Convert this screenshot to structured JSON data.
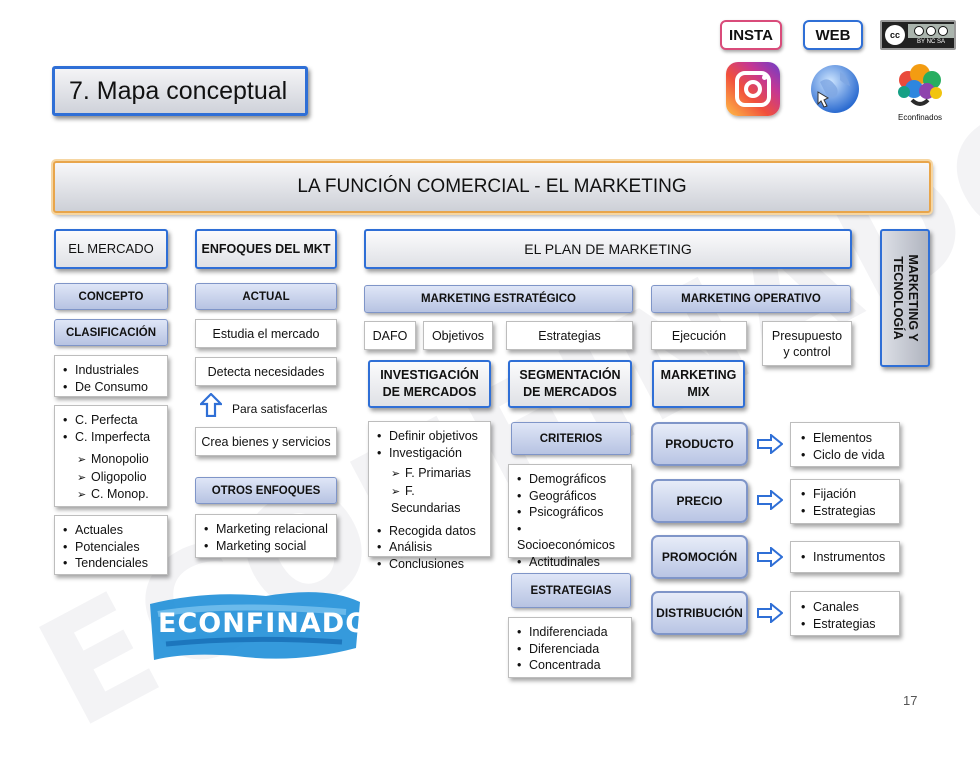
{
  "slide_title": "7. Mapa conceptual",
  "top_links": {
    "insta": "INSTA",
    "web": "WEB",
    "cc_badge": "BY NC SA",
    "brand": "Econfinados"
  },
  "main_title": "LA FUNCIÓN COMERCIAL  -  EL MARKETING",
  "mercado": {
    "header": "EL MERCADO",
    "concepto": "CONCEPTO",
    "clasificacion": "CLASIFICACIÓN",
    "list1": [
      "Industriales",
      "De Consumo"
    ],
    "list2": [
      "C. Perfecta",
      "C. Imperfecta"
    ],
    "list2_sub": [
      "Monopolio",
      "Oligopolio",
      "C. Monop."
    ],
    "list3": [
      "Actuales",
      "Potenciales",
      "Tendenciales"
    ]
  },
  "enfoques": {
    "header": "ENFOQUES DEL MKT",
    "actual": "ACTUAL",
    "items": [
      "Estudia el mercado",
      "Detecta necesidades",
      "Crea bienes y servicios"
    ],
    "arrow_label": "Para satisfacerlas",
    "otros": "OTROS ENFOQUES",
    "otros_list": [
      "Marketing relacional",
      "Marketing social"
    ]
  },
  "plan": {
    "header": "EL PLAN DE MARKETING",
    "estrategico": "MARKETING ESTRATÉGICO",
    "operativo": "MARKETING OPERATIVO",
    "dafo": "DAFO",
    "objetivos": "Objetivos",
    "estrategias": "Estrategias",
    "ejecucion": "Ejecución",
    "presupuesto": "Presupuesto y control",
    "investigacion": "INVESTIGACIÓN DE MERCADOS",
    "invest_list1": [
      "Definir objetivos",
      "Investigación"
    ],
    "invest_sub": [
      "F. Primarias",
      "F. Secundarias"
    ],
    "invest_list2": [
      "Recogida datos",
      "Análisis",
      "Conclusiones"
    ],
    "segmentacion": "SEGMENTACIÓN DE MERCADOS",
    "criterios": "CRITERIOS",
    "criterios_list": [
      "Demográficos",
      "Geográficos",
      "Psicográficos",
      "Socioeconómicos",
      "Actitudinales"
    ],
    "estrategias_hdr": "ESTRATEGIAS",
    "estrategias_list": [
      "Indiferenciada",
      "Diferenciada",
      "Concentrada"
    ],
    "mix": "MARKETING MIX",
    "producto": "PRODUCTO",
    "producto_list": [
      "Elementos",
      "Ciclo de vida"
    ],
    "precio": "PRECIO",
    "precio_list": [
      "Fijación",
      "Estrategias"
    ],
    "promocion": "PROMOCIÓN",
    "promocion_list": [
      "Instrumentos"
    ],
    "distribucion": "DISTRIBUCIÓN",
    "distribucion_list": [
      "Canales",
      "Estrategias"
    ]
  },
  "tecnologia": "MARKETING Y TECNOLOGÍA",
  "banner": "ECONFINADOS",
  "page_number": "17",
  "colors": {
    "accent_blue": "#2f6fd6",
    "orange_glow": "#e8a54b",
    "sub_fill": "#c6d0ea",
    "banner_blue": "#1f8fd8"
  }
}
